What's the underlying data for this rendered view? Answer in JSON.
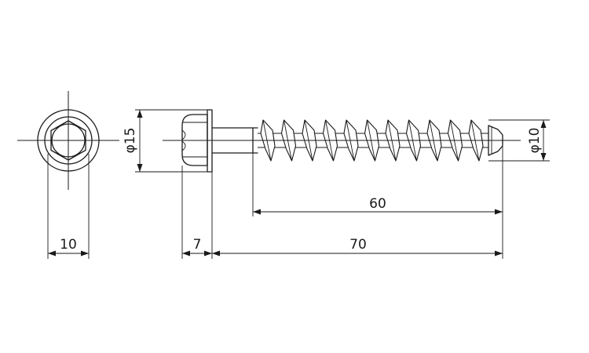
{
  "dimensions": {
    "hex_width": "10",
    "head_thickness": "7",
    "overall_length": "70",
    "thread_length": "60",
    "head_diameter": "φ15",
    "thread_diameter": "φ10"
  }
}
